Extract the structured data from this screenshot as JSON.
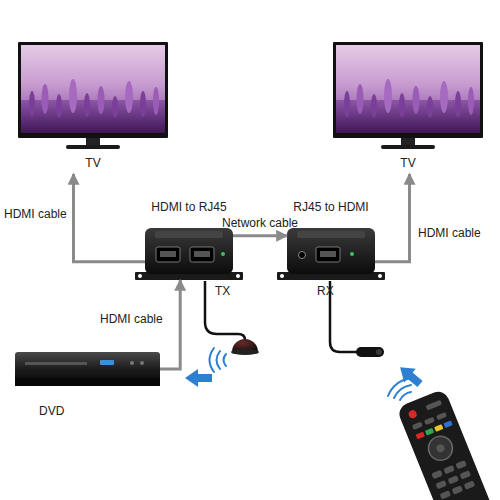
{
  "diagram": {
    "nodes": [
      {
        "text": [
          "TV"
        ]
      },
      {
        "text": [
          "TV"
        ]
      },
      {
        "text": [
          "HDMI to RJ45",
          "TX"
        ]
      },
      {
        "text": [
          "RJ45 to HDMI",
          "RX"
        ]
      },
      {
        "text": [
          "DVD"
        ]
      }
    ],
    "edges": [
      {
        "from": 2,
        "to": 0,
        "arrow": "to",
        "label": "HDMI cable"
      },
      {
        "from": 2,
        "to": 3,
        "arrow": "to",
        "label": "Network cable"
      },
      {
        "from": 3,
        "to": 1,
        "arrow": "to",
        "label": "HDMI cable"
      },
      {
        "from": 4,
        "to": 2,
        "arrow": "to",
        "label": "HDMI cable"
      }
    ]
  }
}
